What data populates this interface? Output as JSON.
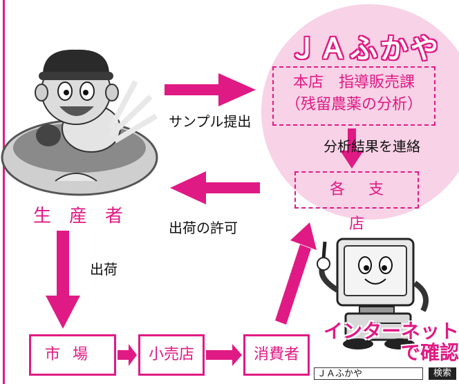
{
  "ja_title": "ＪＡふかや",
  "hq_line1": "本店　指導販売課",
  "hq_line2": "（残留農薬の分析）",
  "branch_label": "各支店",
  "producer_label": "生産者",
  "sample_label": "サンプル提出",
  "analysis_label": "分析結果を連絡",
  "permit_label": "出荷の許可",
  "ship_label": "出荷",
  "market_label": "市場",
  "retail_label": "小売店",
  "consumer_label": "消費者",
  "internet_line1": "インターネット",
  "internet_line2": "で確認",
  "search_text": "ＪＡふかや",
  "search_button": "検索",
  "colors": {
    "accent": "#e01a84",
    "circle": "#f8d2e6"
  }
}
